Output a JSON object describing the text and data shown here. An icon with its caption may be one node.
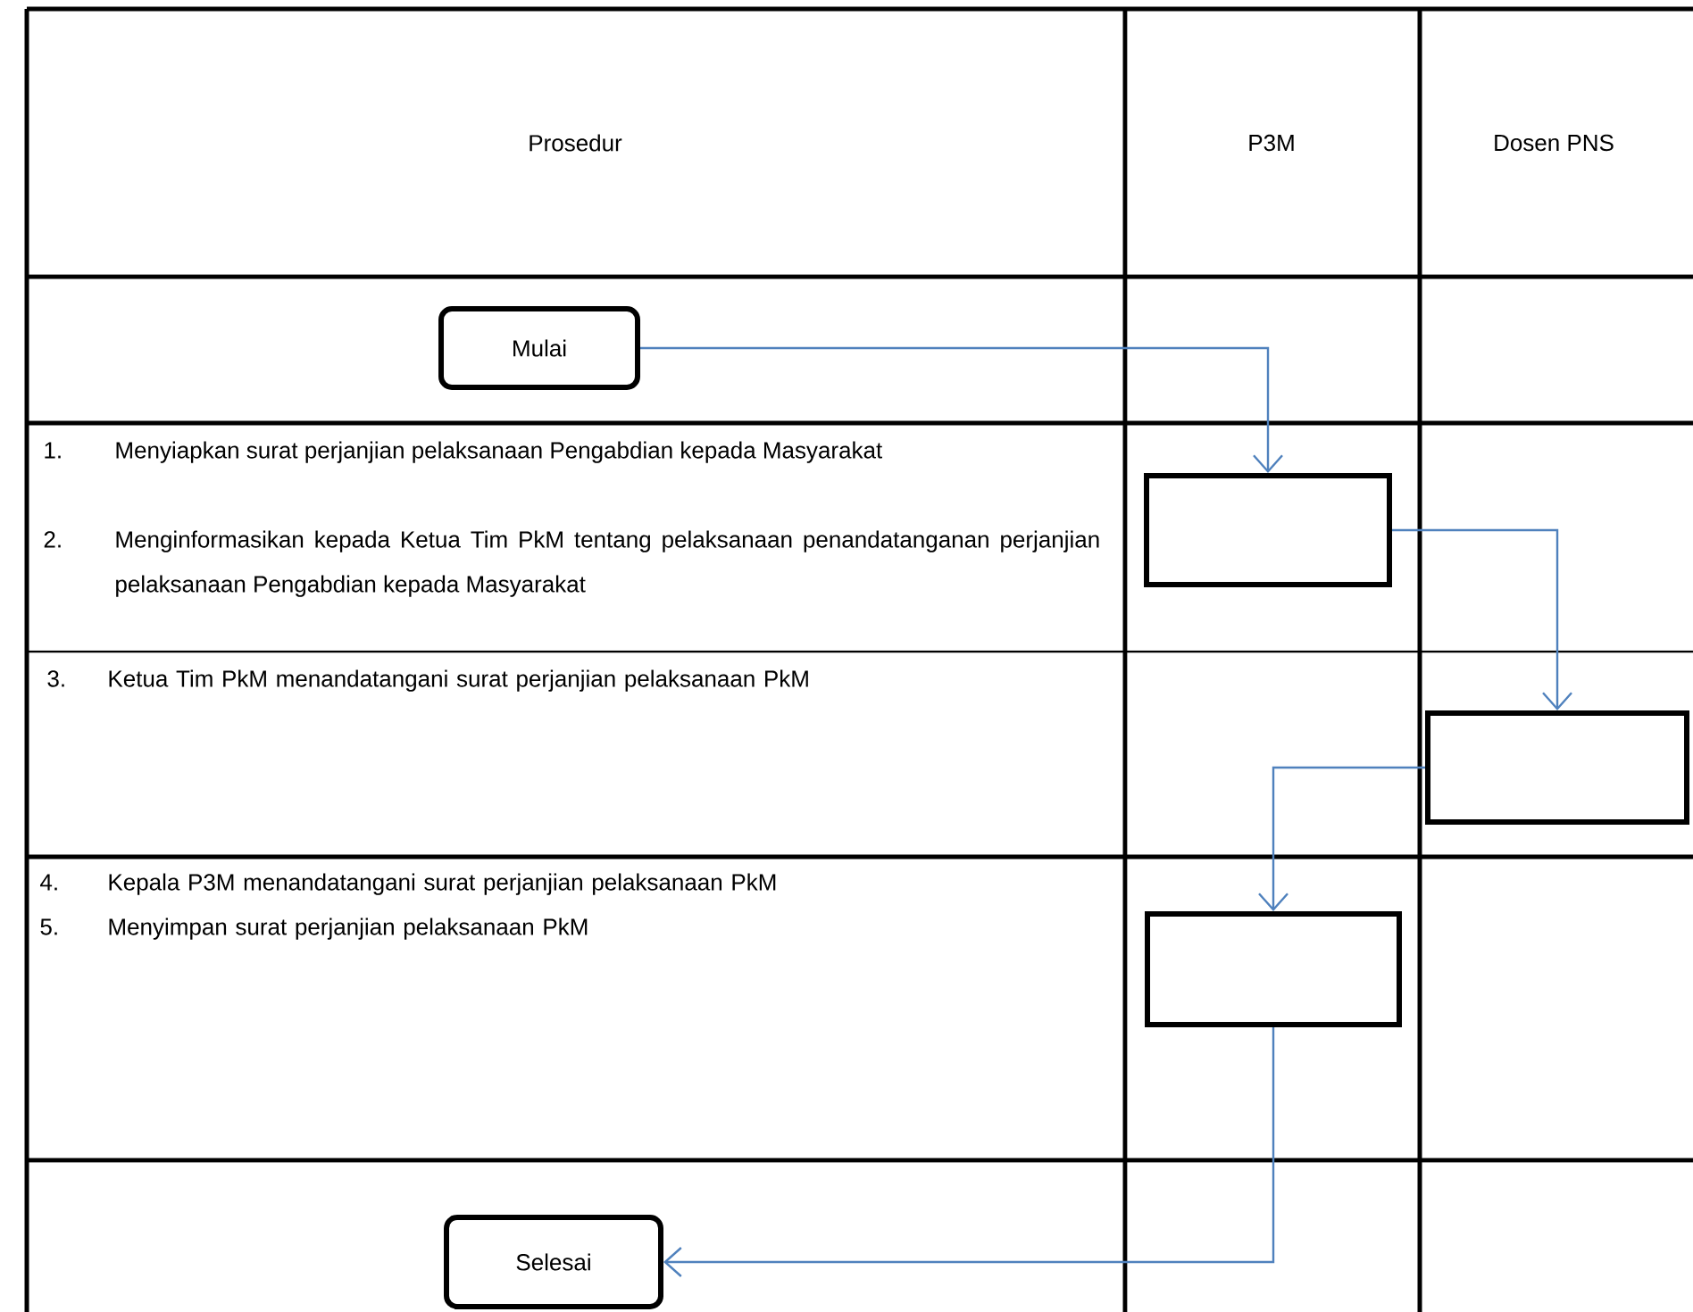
{
  "diagram": {
    "nodes": [
      {
        "text": [
          "Mulai"
        ]
      },
      {
        "text": [],
        "shape": "box"
      },
      {
        "text": [],
        "shape": "box"
      },
      {
        "text": [],
        "shape": "box"
      },
      {
        "text": [
          "Selesai"
        ]
      }
    ],
    "edges": [
      {
        "from": 0,
        "to": 1,
        "arrow": "to"
      },
      {
        "from": 1,
        "to": 2,
        "arrow": "to"
      },
      {
        "from": 2,
        "to": 3,
        "arrow": "to"
      },
      {
        "from": 3,
        "to": 4,
        "arrow": "to"
      }
    ],
    "labels": [
      "Prosedur",
      "P3M",
      "Dosen PNS",
      "1.",
      "Menyiapkan surat perjanjian pelaksanaan Pengabdian kepada Masyarakat",
      "2.",
      "Menginformasikan kepada Ketua Tim PkM tentang pelaksanaan penandatanganan perjanjian pelaksanaan Pengabdian kepada Masyarakat",
      "3.",
      "Ketua Tim PkM menandatangani surat perjanjian pelaksanaan PkM",
      "4.",
      "Kepala P3M menandatangani surat perjanjian pelaksanaan PkM",
      "5.",
      "Menyimpan surat perjanjian pelaksanaan PkM"
    ]
  }
}
